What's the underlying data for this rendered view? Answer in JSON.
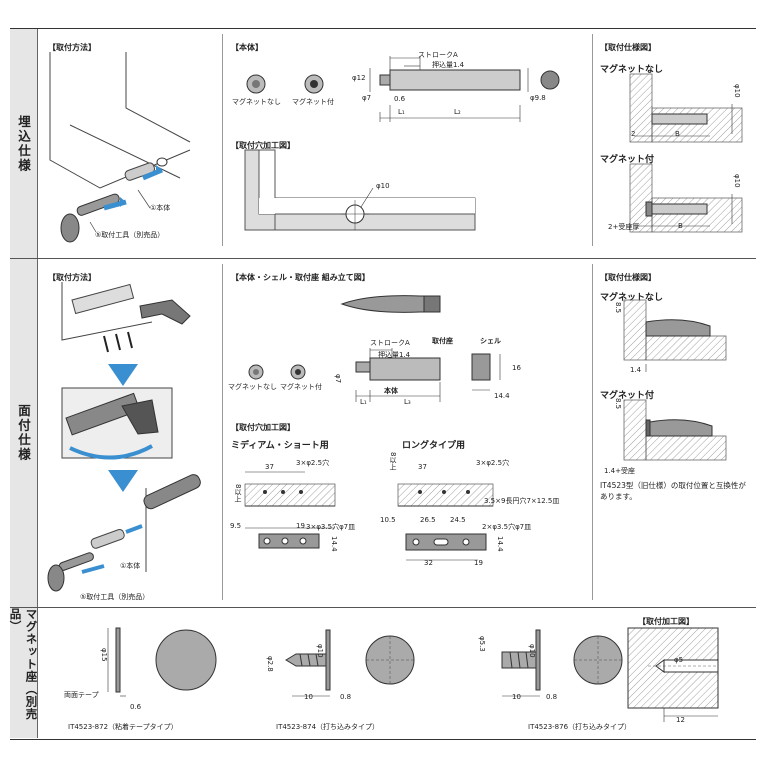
{
  "side_labels": {
    "embedded": "埋込仕様",
    "surface": "面付仕様",
    "magnet_seat": "マグネット座（別売品）"
  },
  "section1": {
    "install_method": "【取付方法】",
    "body_title": "【本体】",
    "hole_title": "【取付穴加工図】",
    "spec_title": "【取付仕様図】",
    "no_magnet": "マグネットなし",
    "with_magnet": "マグネット付",
    "part_body": "①本体",
    "part_tool": "⑤取付工具（別売品）",
    "stroke": "ストロークA",
    "push": "押込量1.4",
    "dim_phi12": "φ12",
    "dim_phi7": "φ7",
    "dim_06": "0.6",
    "dim_phi98": "φ9.8",
    "dim_L1": "L₁",
    "dim_L2": "L₂",
    "dim_phi10": "φ10",
    "dim_2": "2",
    "dim_B": "B",
    "dim_2_seat": "2+受座厚",
    "no_magnet_small": "マグネットなし",
    "with_magnet_small": "マグネット付"
  },
  "section2": {
    "install_method": "【取付方法】",
    "assembly_title": "【本体・シェル・取付座 組み立て図】",
    "hole_title": "【取付穴加工図】",
    "spec_title": "【取付仕様図】",
    "no_magnet": "マグネットなし",
    "with_magnet": "マグネット付",
    "medium_short": "ミディアム・ショート用",
    "long_type": "ロングタイプ用",
    "part_body": "①本体",
    "part_tool": "⑤取付工具（別売品）",
    "stroke": "ストロークA",
    "push": "押込量1.4",
    "seat": "取付座",
    "shell": "シェル",
    "body": "本体",
    "dim_phi7": "φ7",
    "dim_L1": "L₁",
    "dim_L3": "L₃",
    "dim_16": "16",
    "dim_144": "14.4",
    "dim_85": "8.5",
    "dim_14": "1.4",
    "dim_14_seat": "1.4+受座",
    "dim_37": "37",
    "dim_3x25": "3×φ2.5穴",
    "dim_8plus": "8以上",
    "dim_95": "9.5",
    "dim_19": "19",
    "dim_3x35": "3×φ3.5穴φ7皿",
    "dim_105": "10.5",
    "dim_265": "26.5",
    "dim_245": "24.5",
    "dim_long_slot": "3.5×9長円穴7×12.5皿",
    "dim_2x35": "2×φ3.5穴φ7皿",
    "dim_32": "32",
    "note": "IT4523型（旧仕様）の取付位置と互換性があります。",
    "no_magnet_small": "マグネットなし",
    "with_magnet_small": "マグネット付"
  },
  "section3": {
    "hole_title": "【取付加工図】",
    "tape_label": "両面テープ",
    "item1": "IT4523-872（粘着テープタイプ）",
    "item2": "IT4523-874（打ち込みタイプ）",
    "item3": "IT4523-876（打ち込みタイプ）",
    "dim_phi15": "φ15",
    "dim_06": "0.6",
    "dim_phi28": "φ2.8",
    "dim_phi10": "φ10",
    "dim_10": "10",
    "dim_08": "0.8",
    "dim_phi53": "φ5.3",
    "dim_phi5": "φ5",
    "dim_12": "12"
  }
}
